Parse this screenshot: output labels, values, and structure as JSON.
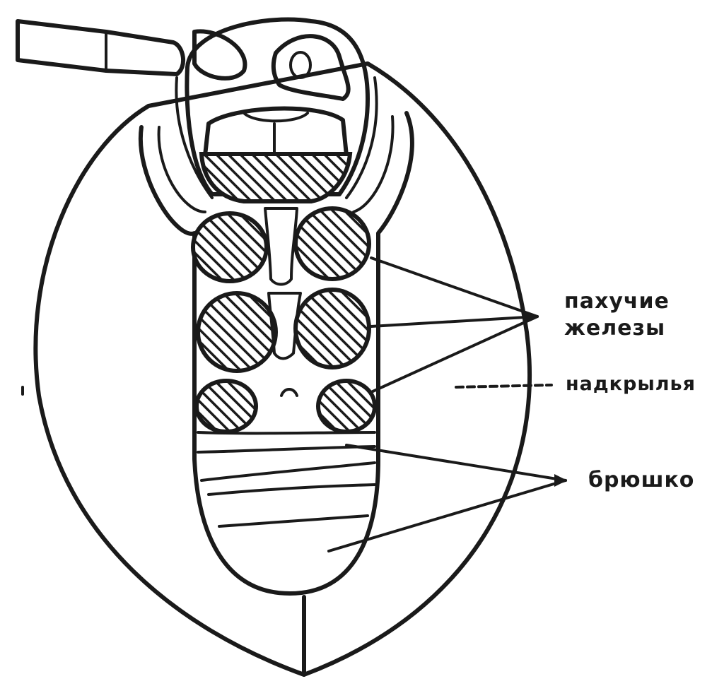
{
  "labels": {
    "glands": [
      "пахучие",
      "железы"
    ],
    "wing_covers": "надкрылья",
    "abdomen": "брюшко"
  },
  "colors": {
    "ink": "#1a1a1a",
    "background": "#ffffff"
  }
}
